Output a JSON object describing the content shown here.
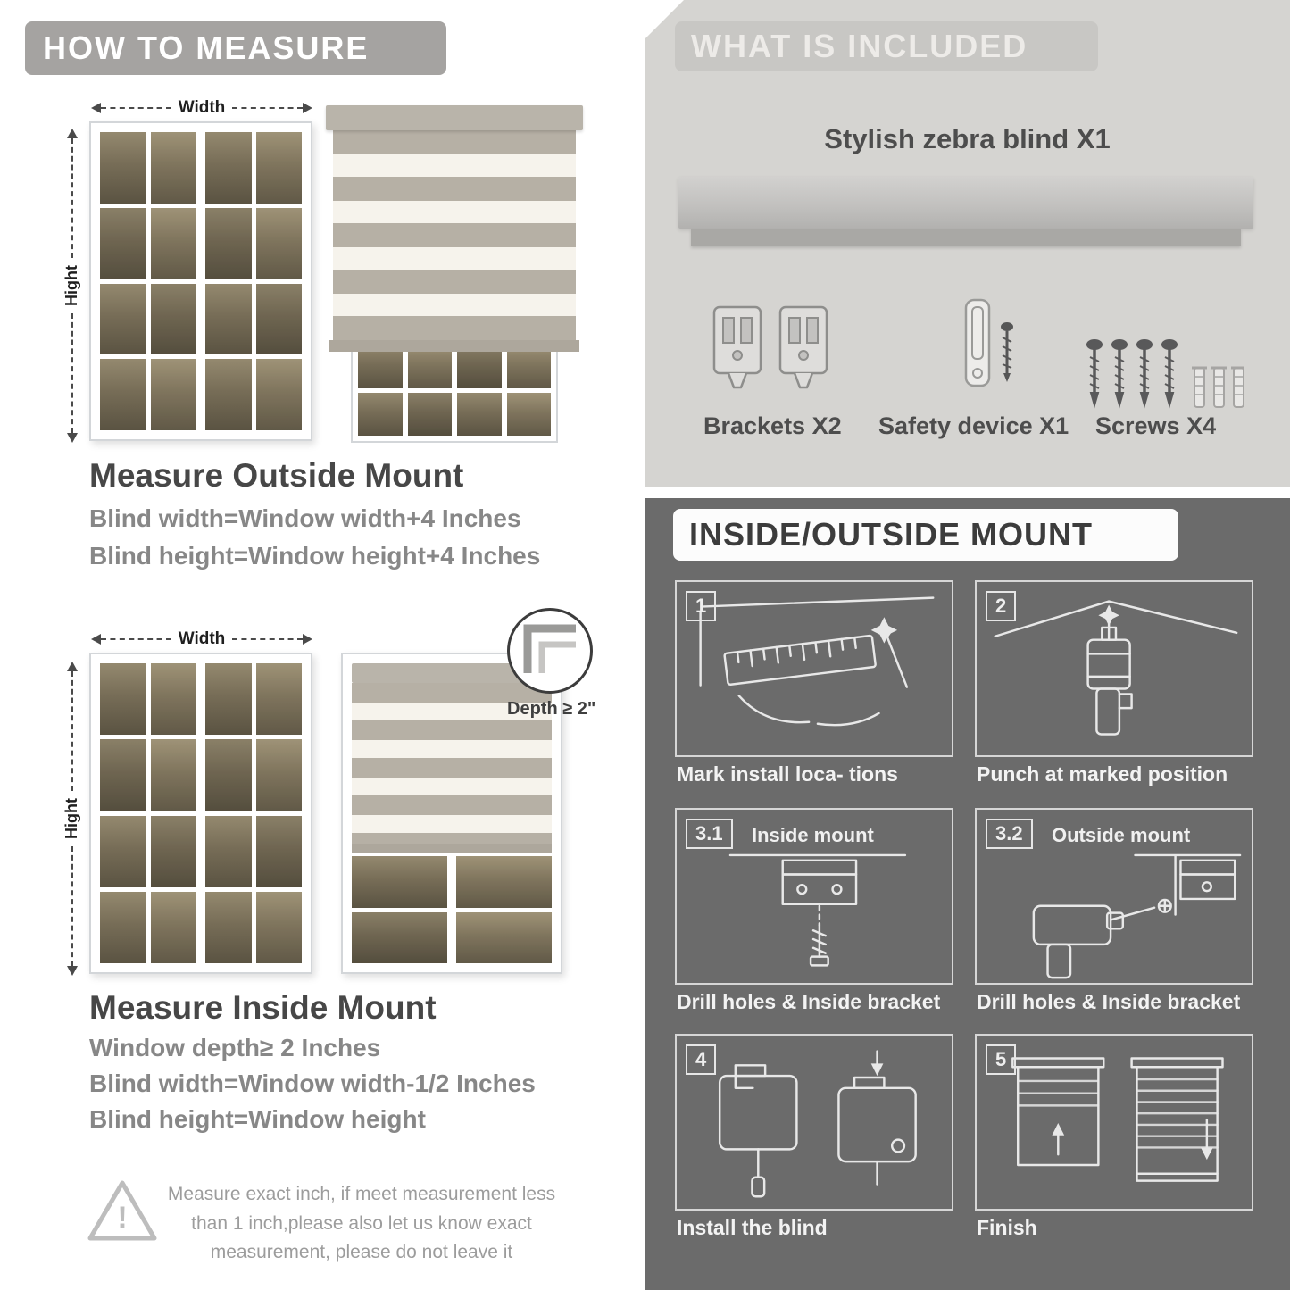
{
  "left": {
    "header": "HOW TO MEASURE",
    "labels": {
      "width": "Width",
      "height": "Hight"
    },
    "outside": {
      "title": "Measure Outside Mount",
      "line1": "Blind width=Window width+4 Inches",
      "line2": "Blind height=Window height+4 Inches"
    },
    "inside": {
      "title": "Measure Inside Mount",
      "depth_callout": "Depth ≥ 2\"",
      "line1": "Window depth≥ 2 Inches",
      "line2": "Blind width=Window width-1/2 Inches",
      "line3": "Blind height=Window height"
    },
    "warning": {
      "mark": "!",
      "line1": "Measure exact inch, if meet measurement less",
      "line2": "than 1 inch,please also let us know exact",
      "line3": "measurement, please do not leave it"
    }
  },
  "included": {
    "header": "WHAT IS INCLUDED",
    "blind_label": "Stylish zebra blind X1",
    "brackets_label": "Brackets X2",
    "safety_label": "Safety device X1",
    "screws_label": "Screws X4"
  },
  "mount": {
    "header": "INSIDE/OUTSIDE MOUNT",
    "steps": [
      {
        "badge": "1",
        "title": "",
        "caption": "Mark install loca- tions"
      },
      {
        "badge": "2",
        "title": "",
        "caption": "Punch at  marked position"
      },
      {
        "badge": "3.1",
        "title": "Inside mount",
        "caption": "Drill holes &  Inside bracket"
      },
      {
        "badge": "3.2",
        "title": "Outside mount",
        "caption": "Drill holes &  Inside bracket"
      },
      {
        "badge": "4",
        "title": "",
        "caption": "Install the blind"
      },
      {
        "badge": "5",
        "title": "",
        "caption": "Finish"
      }
    ]
  }
}
